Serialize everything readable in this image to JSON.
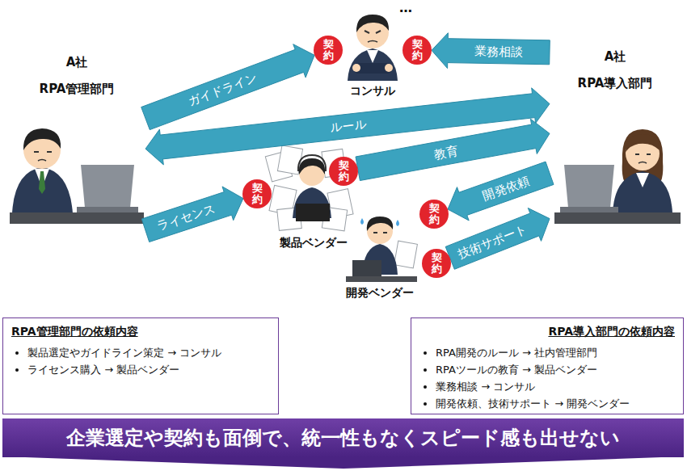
{
  "diagram": {
    "nodes": [
      {
        "text": [
          "A社",
          "RPA管理部門"
        ]
      },
      {
        "text": [
          "A社",
          "RPA導入部門"
        ]
      },
      {
        "text": [
          "コンサル"
        ]
      },
      {
        "text": [
          "製品ベンダー"
        ]
      },
      {
        "text": [
          "開発ベンダー"
        ]
      },
      {
        "text": [
          "契約"
        ]
      },
      {
        "text": [
          "契約"
        ]
      },
      {
        "text": [
          "契約"
        ]
      },
      {
        "text": [
          "契約"
        ]
      },
      {
        "text": [
          "契約"
        ]
      },
      {
        "text": [
          "契約"
        ]
      },
      {
        "text": [
          "RPA管理部門の依頼内容",
          "製品選定やガイドライン策定 → コンサル",
          "ライセンス購入 → 製品ベンダー"
        ]
      },
      {
        "text": [
          "RPA導入部門の依頼内容",
          "RPA開発のルール → 社内管理部門",
          "RPAツールの教育 → 製品ベンダー",
          "業務相談 → コンサル",
          "開発依頼、技術サポート → 開発ベンダー"
        ]
      },
      {
        "text": [
          "企業選定や契約も面倒で、統一性もなくスピード感も出せない"
        ]
      }
    ],
    "edges": [
      {
        "from": 0,
        "to": 5,
        "label": "ガイドライン",
        "arrow": "to"
      },
      {
        "from": 1,
        "to": 6,
        "label": "業務相談",
        "arrow": "to"
      },
      {
        "from": 0,
        "to": 1,
        "label": "ルール",
        "arrow": "both"
      },
      {
        "from": 7,
        "to": 1,
        "label": "教育",
        "arrow": "to"
      },
      {
        "from": 0,
        "to": 8,
        "label": "ライセンス",
        "arrow": "to"
      },
      {
        "from": 1,
        "to": 9,
        "label": "開発依頼",
        "arrow": "to"
      },
      {
        "from": 10,
        "to": 1,
        "label": "技術サポート",
        "arrow": "to"
      }
    ],
    "labels": [
      "…"
    ]
  }
}
